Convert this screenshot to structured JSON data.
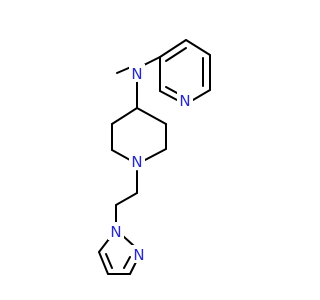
{
  "molecule": {
    "atom_labels": {
      "n_amine": "N",
      "n_pyridine": "N",
      "n_piperidine": "N",
      "n_pyrazole_1": "N",
      "n_pyrazole_2": "N"
    },
    "colors": {
      "bond": "#000000",
      "heteroatom": "#2929c8",
      "background": "#ffffff"
    }
  }
}
